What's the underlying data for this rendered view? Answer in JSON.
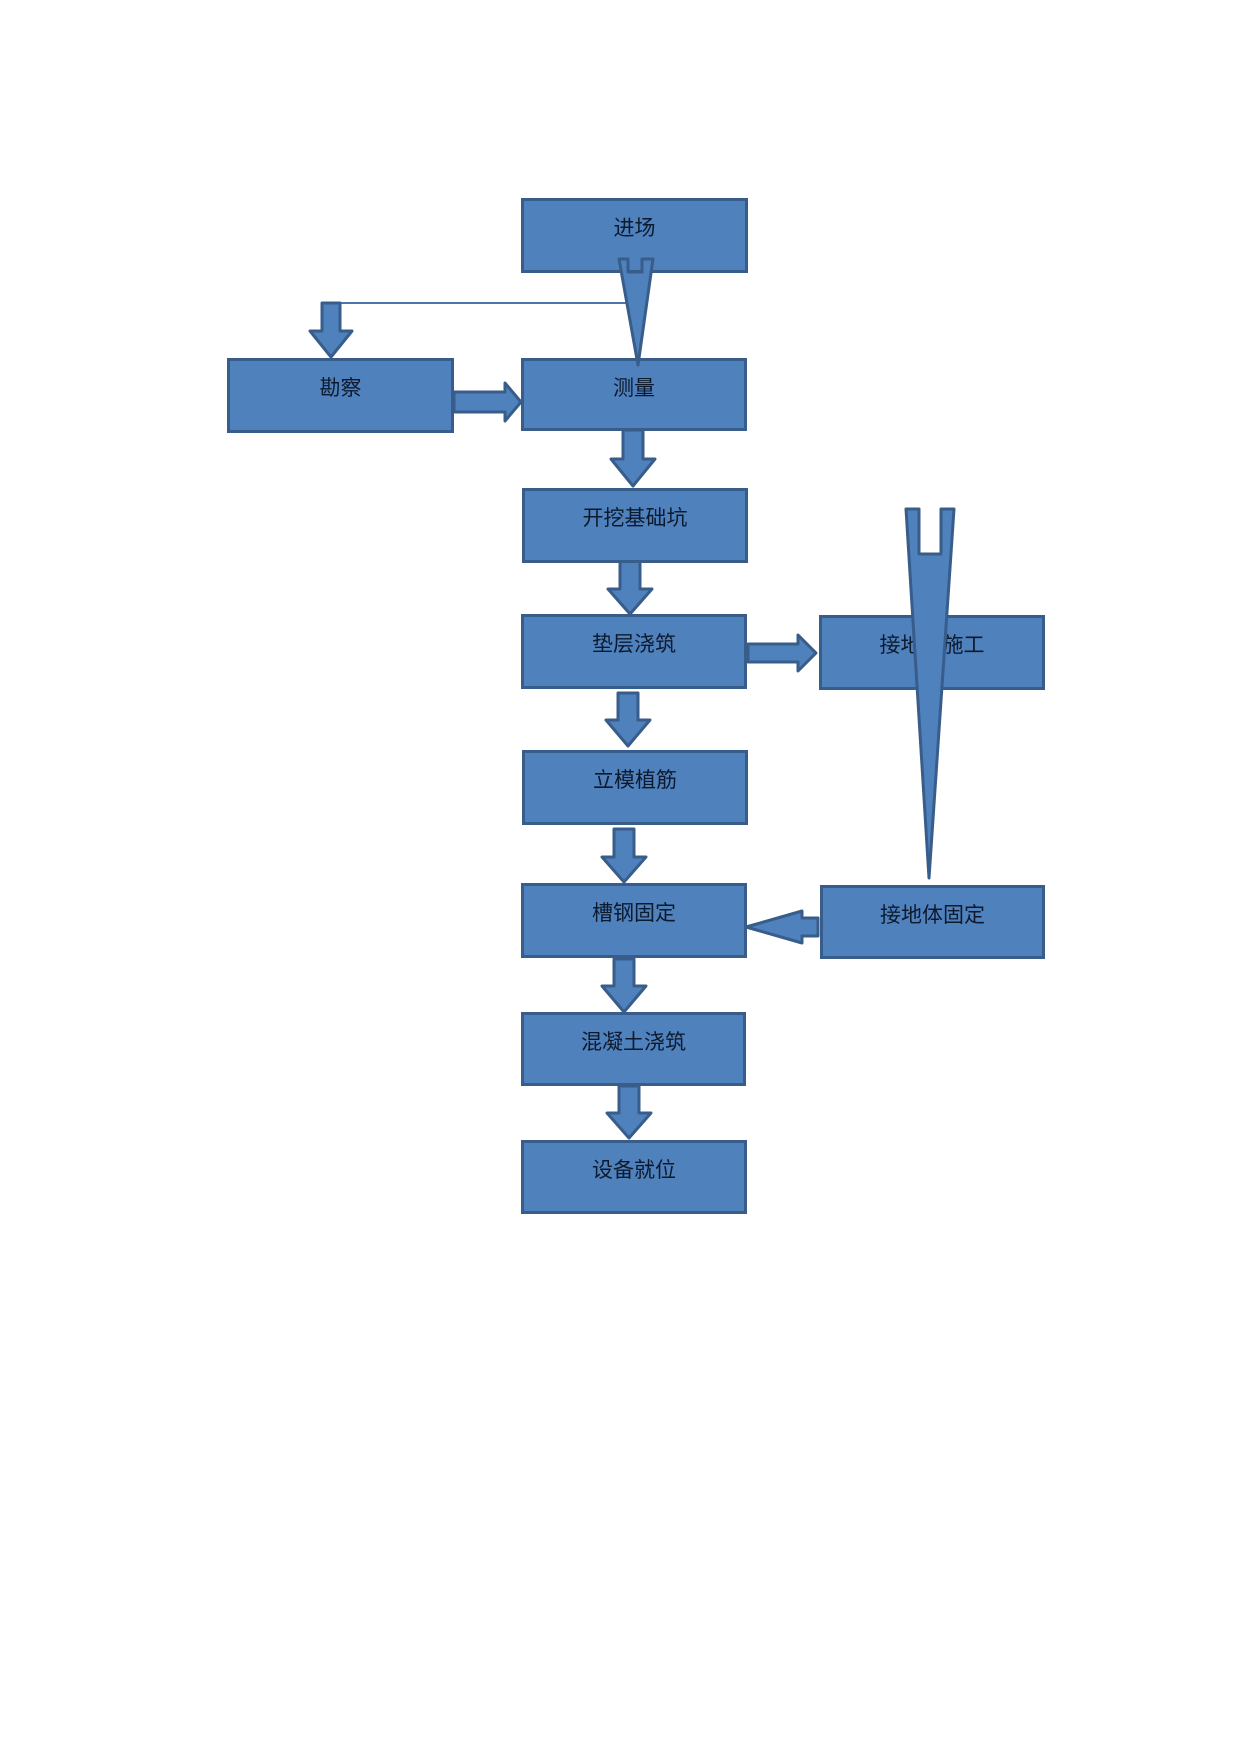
{
  "diagram": {
    "nodes": {
      "jinchang": "进场",
      "kancha": "勘察",
      "celiang": "测量",
      "kaiwa": "开挖基础坑",
      "dianceng": "垫层浇筑",
      "jiedi_shigong": "接地体施工",
      "limo": "立模植筋",
      "caogang": "槽钢固定",
      "jiedi_guding": "接地体固定",
      "hunningtu": "混凝土浇筑",
      "shebei": "设备就位"
    },
    "colors": {
      "fill": "#4f81bd",
      "stroke": "#385d8a",
      "text": "#0d1a2e",
      "background": "#ffffff"
    }
  }
}
